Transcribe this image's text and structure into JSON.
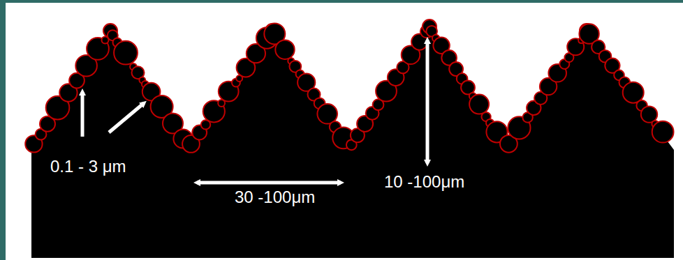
{
  "diagram": {
    "labels": [
      "0.1 - 3 μm",
      "30 -100μm",
      "10 -100μm"
    ]
  }
}
